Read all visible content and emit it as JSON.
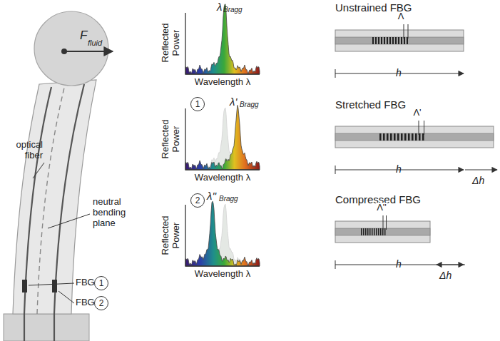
{
  "diagram": {
    "nodes": [
      {
        "text": [
          "1"
        ]
      },
      {
        "text": [
          "2"
        ]
      },
      {
        "text": [
          "1"
        ]
      },
      {
        "text": [
          "2"
        ]
      }
    ],
    "labels": [
      "F",
      "fluid",
      "optical fiber",
      "neutral bending plane",
      "FBG",
      "FBG",
      "Reflected Power",
      "Wavelength λ",
      "λ",
      "Bragg",
      "Unstrained FBG",
      "Λ",
      "h",
      "Reflected Power",
      "Wavelength λ",
      "λ'",
      "Bragg",
      "Stretched FBG",
      "Λ'",
      "h",
      "Δh",
      "Reflected Power",
      "Wavelength λ",
      "λ''",
      "Bragg",
      "Compressed FBG",
      "Λ''",
      "h",
      "Δh"
    ]
  }
}
